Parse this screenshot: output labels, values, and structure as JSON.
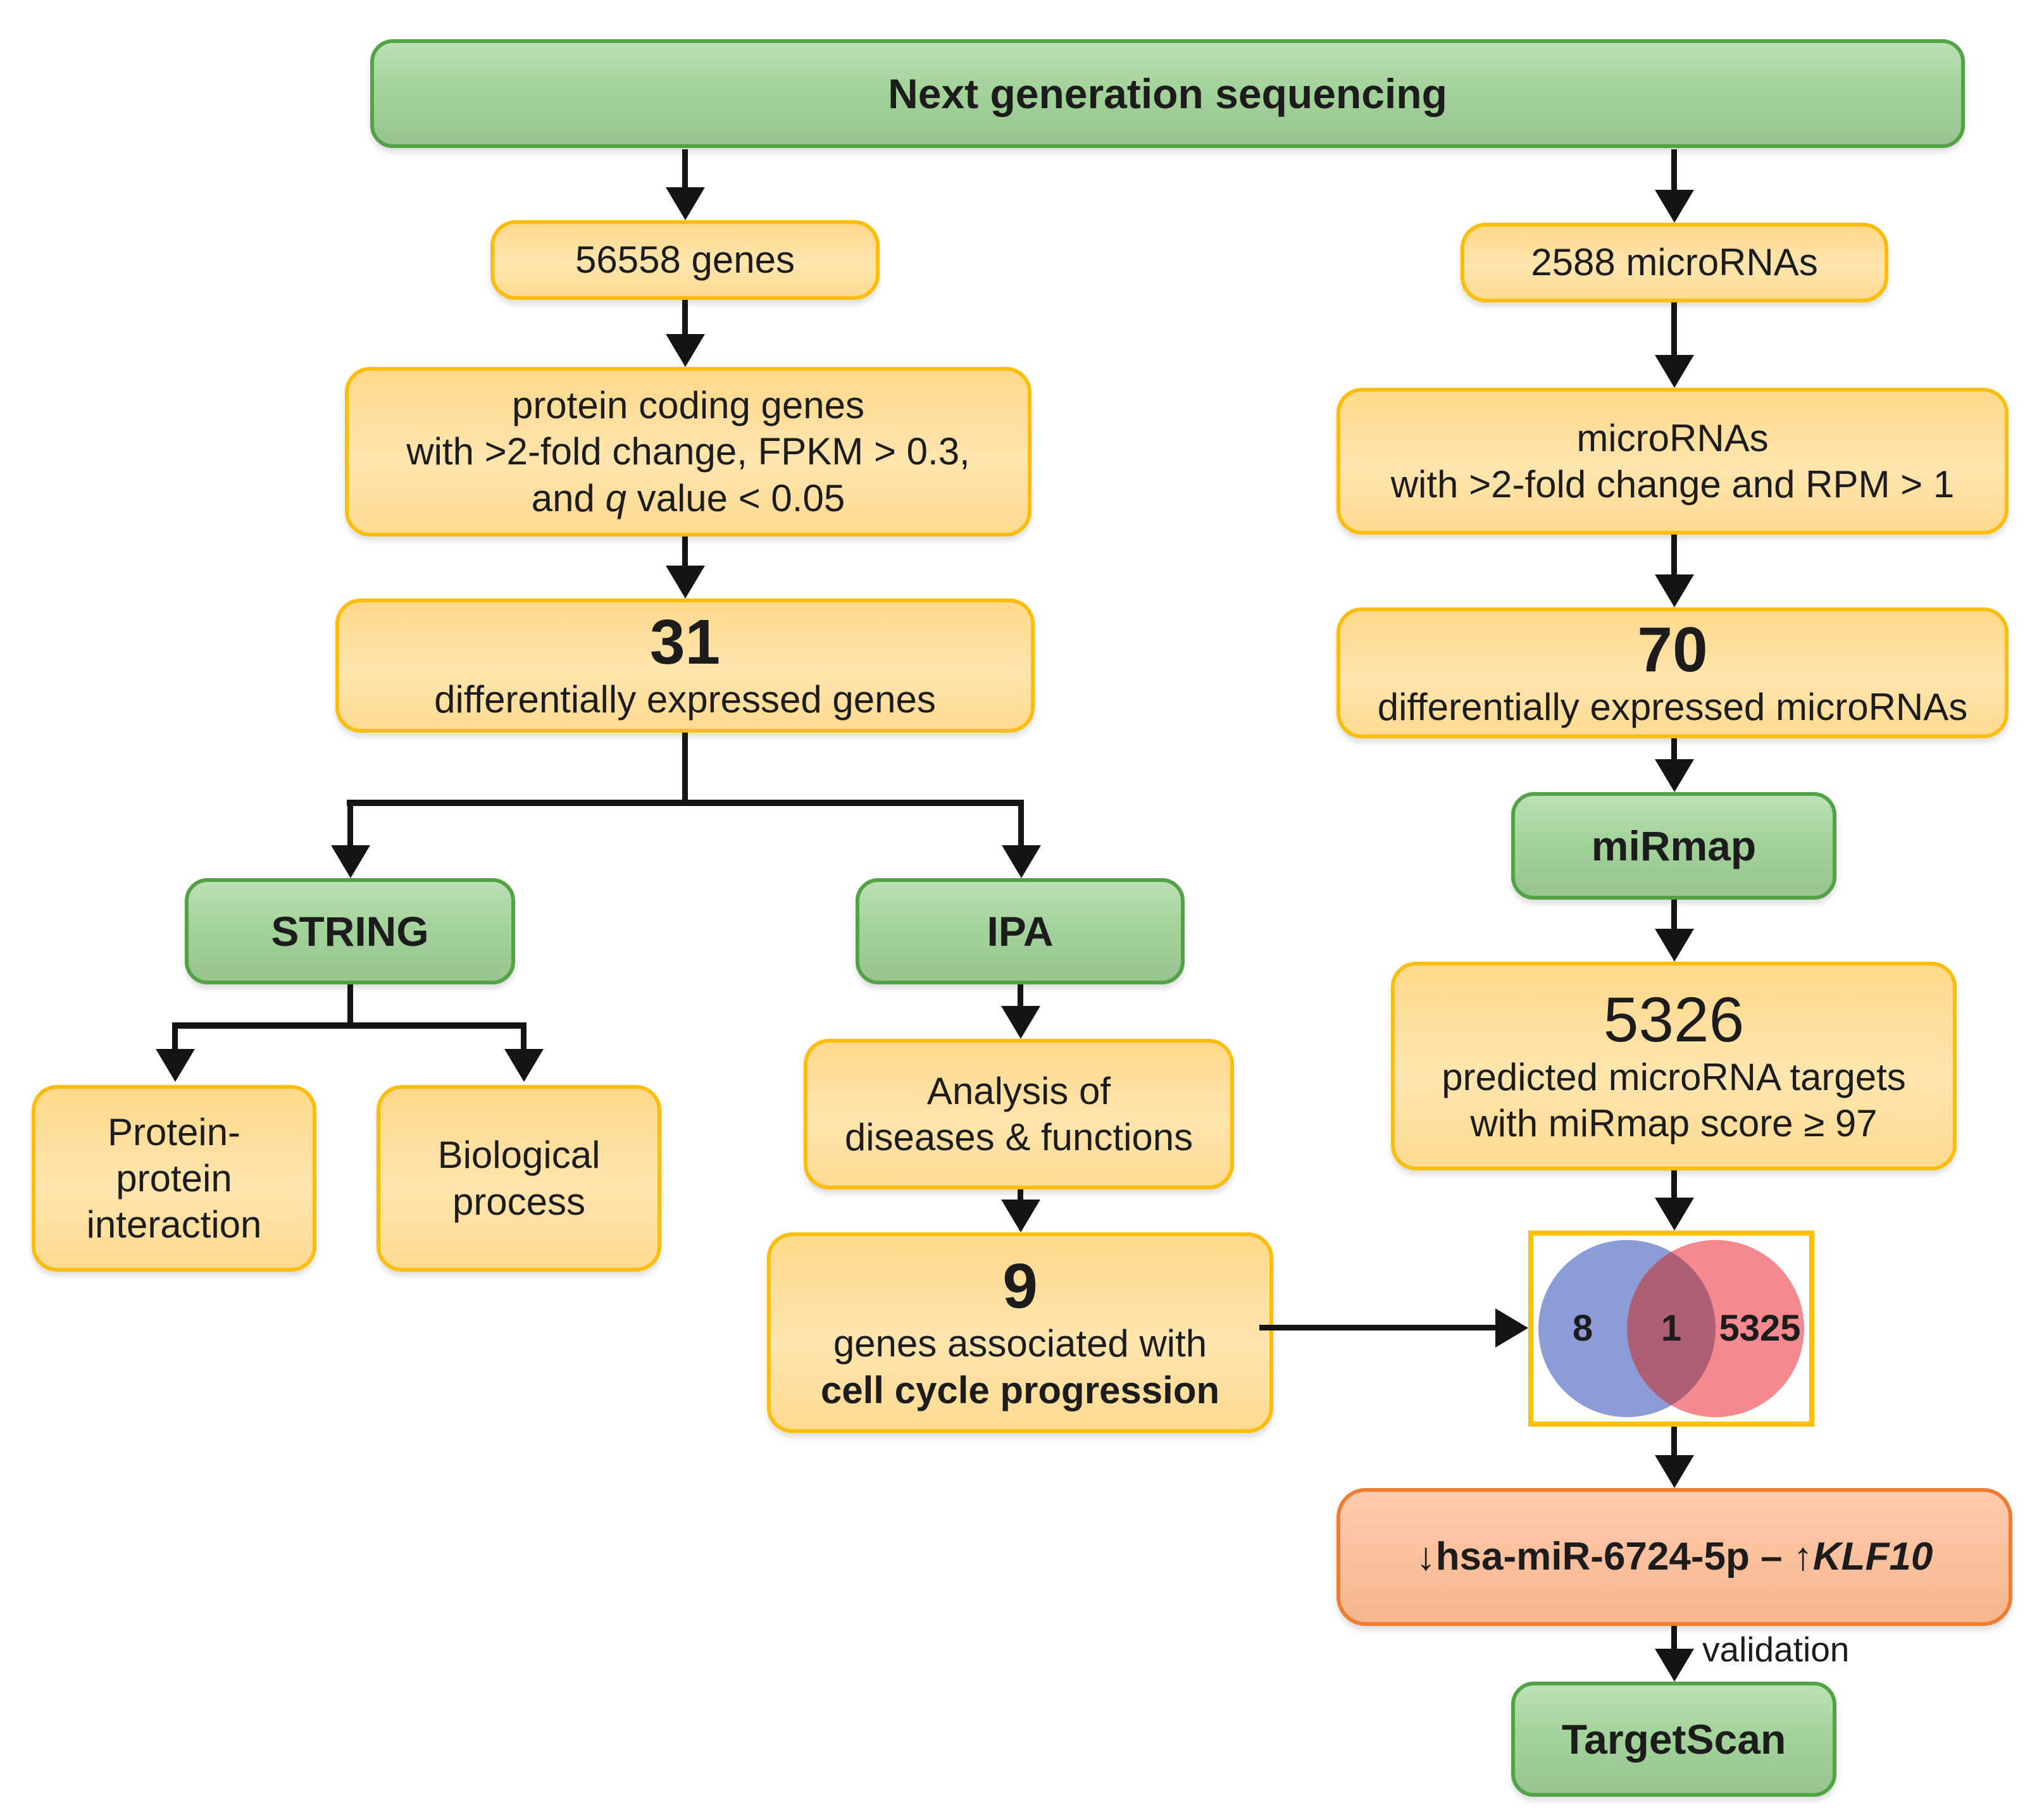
{
  "nodes": {
    "ngs": {
      "label": "Next generation sequencing"
    },
    "genes_count": {
      "label": "56558 genes"
    },
    "gene_filter": {
      "line1": "protein coding genes",
      "line2": "with >2-fold change, FPKM > 0.3,",
      "line3_pre": "and ",
      "line3_italic": "q",
      "line3_post": " value < 0.05"
    },
    "deg": {
      "count": "31",
      "label": "differentially expressed genes"
    },
    "string_tool": {
      "label": "STRING"
    },
    "ppi": {
      "line1": "Protein-",
      "line2": "protein",
      "line3": "interaction"
    },
    "bio_process": {
      "line1": "Biological",
      "line2": "process"
    },
    "ipa": {
      "label": "IPA"
    },
    "analysis": {
      "line1": "Analysis of",
      "line2": "diseases & functions"
    },
    "cell_cycle_genes": {
      "count": "9",
      "line1": "genes associated with",
      "line2": "cell cycle progression"
    },
    "mirna_count": {
      "label": "2588 microRNAs"
    },
    "mirna_filter": {
      "line1": "microRNAs",
      "line2": "with >2-fold change and RPM > 1"
    },
    "de_mirna": {
      "count": "70",
      "label": "differentially expressed microRNAs"
    },
    "mirmap": {
      "label": "miRmap"
    },
    "predicted_targets": {
      "count": "5326",
      "line1": "predicted microRNA targets",
      "line2": "with miRmap score ≥ 97"
    },
    "venn": {
      "left_value": "8",
      "overlap_value": "1",
      "right_value": "5325"
    },
    "result_pair": {
      "prefix": "↓hsa-miR-6724-5p – ↑",
      "gene": "KLF10"
    },
    "edge_label_validation": "validation",
    "targetscan": {
      "label": "TargetScan"
    }
  },
  "colors": {
    "green_fill": "#a3d39a",
    "green_border": "#53a346",
    "amber_fill": "#ffd98b",
    "amber_border": "#fcbe0a",
    "peach_fill": "#ffbd95",
    "peach_border": "#ed7d31",
    "venn_blue": "#8b9cd6",
    "venn_pink": "#f4898f",
    "venn_overlap": "#ae5f76",
    "venn_frame": "#ffc000",
    "arrow": "#141414",
    "background": "#ffffff"
  }
}
